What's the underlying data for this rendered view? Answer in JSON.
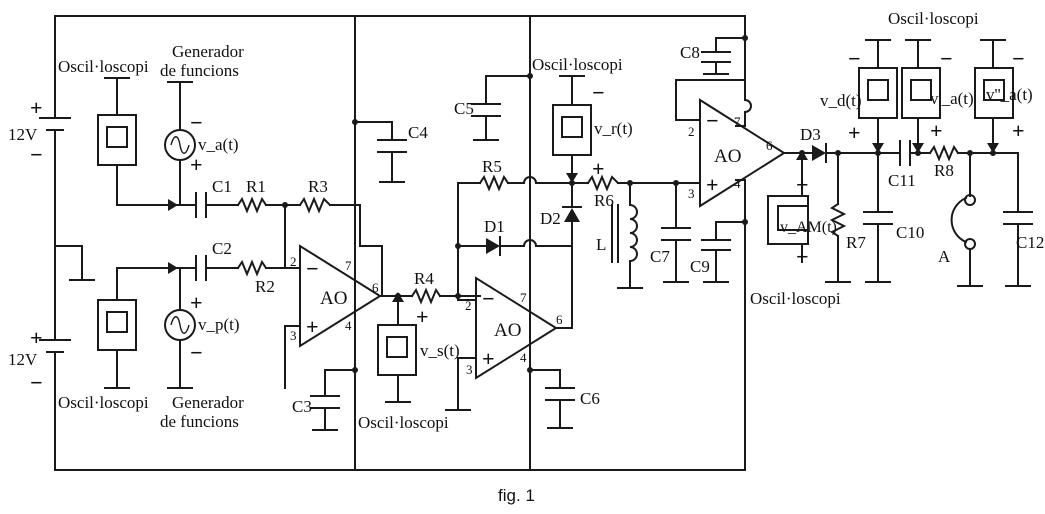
{
  "caption": "fig. 1",
  "supplies": {
    "upper": "12V",
    "lower": "12V"
  },
  "instruments": {
    "scope": "Oscil·loscopi",
    "generator_line1": "Generador",
    "generator_line2": "de funcions"
  },
  "signals": {
    "va": "v_a(t)",
    "vp": "v_p(t)",
    "vs": "v_s(t)",
    "vr": "v_r(t)",
    "vam": "v_AM(t)",
    "vd": "v_d(t)",
    "va1": "v'_a(t)",
    "va2": "v''_a(t)"
  },
  "opamp_label": "AO",
  "pins": {
    "p2": "2",
    "p3": "3",
    "p4": "4",
    "p6": "6",
    "p7": "7"
  },
  "components": {
    "C1": "C1",
    "C2": "C2",
    "C3": "C3",
    "C4": "C4",
    "C5": "C5",
    "C6": "C6",
    "C7": "C7",
    "C8": "C8",
    "C9": "C9",
    "C10": "C10",
    "C11": "C11",
    "C12": "C12",
    "R1": "R1",
    "R2": "R2",
    "R3": "R3",
    "R4": "R4",
    "R5": "R5",
    "R6": "R6",
    "R7": "R7",
    "R8": "R8",
    "D1": "D1",
    "D2": "D2",
    "D3": "D3",
    "L": "L",
    "A": "A"
  },
  "signs": {
    "plus": "+",
    "minus": "−"
  }
}
